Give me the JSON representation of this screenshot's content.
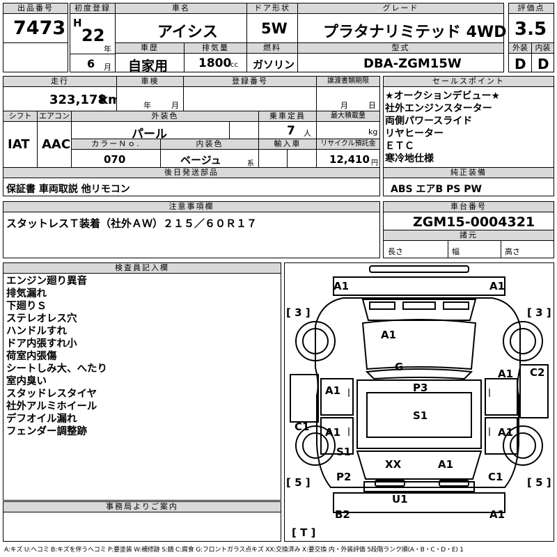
{
  "lot": {
    "label": "出品番号",
    "value": "7473"
  },
  "first_reg": {
    "label": "初度登録",
    "era": "H",
    "year": "22",
    "year_unit": "年",
    "month": "6",
    "month_unit": "月"
  },
  "car_name": {
    "label": "車名",
    "value": "アイシス"
  },
  "doors": {
    "label": "ドア形状",
    "value": "5W"
  },
  "grade": {
    "label": "グレード",
    "value": "プラタナリミテッド 4WD"
  },
  "score": {
    "label": "評価点",
    "value": "3.5"
  },
  "history": {
    "label": "車歴",
    "value": "自家用"
  },
  "displacement": {
    "label": "排気量",
    "value": "1800",
    "unit": "cc"
  },
  "fuel": {
    "label": "燃料",
    "value": "ガソリン"
  },
  "model": {
    "label": "型式",
    "value": "DBA-ZGM15W"
  },
  "ext_grade": {
    "label": "外装",
    "value": "D"
  },
  "int_grade": {
    "label": "内装",
    "value": "D"
  },
  "mileage": {
    "label": "走行",
    "value": "323,178",
    "unit": "km"
  },
  "inspection": {
    "label": "車検",
    "year_unit": "年",
    "month_unit": "月"
  },
  "reg_no": {
    "label": "登録番号"
  },
  "transfer_deadline": {
    "label": "譲渡書類期限",
    "month_unit": "月",
    "day_unit": "日"
  },
  "sales_points": {
    "label": "セールスポイント",
    "items": [
      "★オークションデビュー★",
      "社外エンジンスターター",
      "両側パワースライド",
      "リヤヒーター",
      "ＥＴＣ",
      "寒冷地仕様"
    ]
  },
  "shift": {
    "label": "シフト",
    "value": "IAT"
  },
  "aircon": {
    "label": "エアコン",
    "value": "AAC"
  },
  "color": {
    "label": "外装色",
    "value": "パール"
  },
  "capacity": {
    "label": "乗車定員",
    "value": "7",
    "unit": "人"
  },
  "max_load": {
    "label": "最大積載量",
    "unit": "kg"
  },
  "color_no": {
    "label": "カラーＮｏ.",
    "value": "070"
  },
  "interior_color": {
    "label": "内装色",
    "value": "ベージュ",
    "unit": "系"
  },
  "import": {
    "label": "輸入車"
  },
  "recycle": {
    "label": "リサイクル預託金",
    "value": "12,410",
    "unit": "円"
  },
  "later_parts": {
    "label": "後日発送部品",
    "value": "保証書 車両取説 他リモコン"
  },
  "equipment": {
    "label": "純正装備",
    "value": "ABS エアB PS PW"
  },
  "notes": {
    "label": "注意事項欄",
    "value": "スタットレスＴ装着（社外ＡＷ）２１５／６０Ｒ１７"
  },
  "chassis": {
    "label": "車台番号",
    "value": "ZGM15-0004321"
  },
  "dimensions": {
    "label": "諸元",
    "length": "長さ",
    "width": "幅",
    "height": "高さ"
  },
  "inspector": {
    "label": "検査員記入欄",
    "lines": [
      "エンジン廻り異音",
      "排気漏れ",
      "下廻りＳ",
      "ステレオレス穴",
      "ハンドルすれ",
      "ドア内張すれ小",
      "荷室内張傷",
      "シートしみ大、へたり",
      "室内臭い",
      "スタッドレスタイヤ",
      "社外アルミホイール",
      "デフオイル漏れ",
      "フェンダー調整跡"
    ]
  },
  "office": {
    "label": "事務局よりご案内"
  },
  "legend": "A:キズ U:ヘコミ B:キズを伴うヘコミ P:要塗装 W:補修跡 S:錆 C:腐食 G:フロントガラス点キズ XX:交換済み X:要交換 内・外装評価 5段階ランク順(A・B・C・D・E) 1",
  "diagram": {
    "marks": {
      "front_left": "A1",
      "front_right": "A1",
      "bracket_tl": "[ 3 ]",
      "bracket_tr": "[ 3 ]",
      "hood": "A1",
      "windshield": "G",
      "left_front_door": "A1",
      "right_front_fender": "A1",
      "right_mirror": "C2",
      "roof": "P3",
      "roof_rear": "S1",
      "left_fender": "C1",
      "left_rear_door": "A1",
      "right_rear_door": "A1",
      "left_sill": "S1",
      "rear_window": "XX",
      "rear_right": "A1",
      "left_quarter": "P2",
      "right_quarter": "C1",
      "bracket_bl": "[ 5 ]",
      "bracket_br": "[ 5 ]",
      "tailgate": "U1",
      "rear_left": "B2",
      "rear_bumper_right": "A1",
      "bracket_t": "[ T ]"
    }
  }
}
